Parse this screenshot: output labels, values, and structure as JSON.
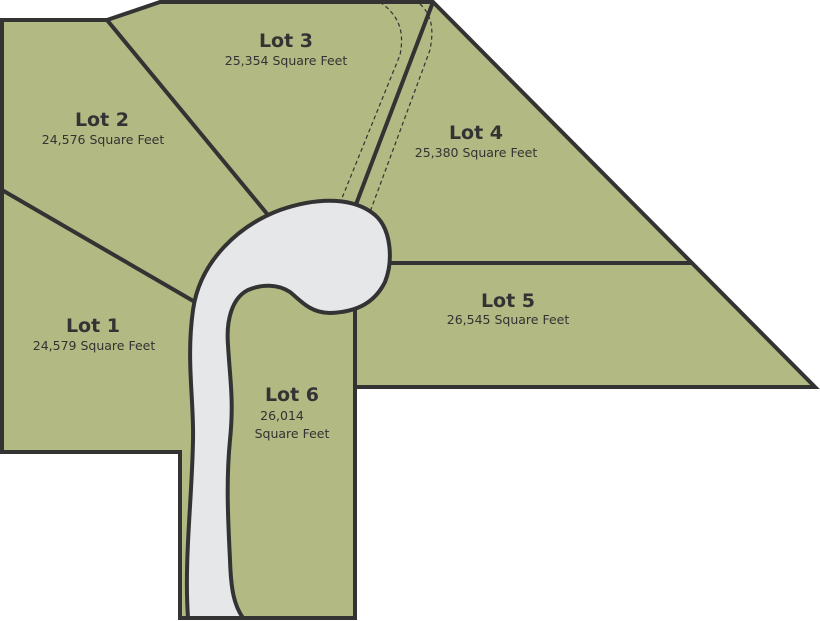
{
  "colors": {
    "lot": "#b3b982",
    "road": "#e6e7e9",
    "line": "#333333"
  },
  "lots": [
    {
      "name": "Lot 1",
      "area": "24,579 Square Feet"
    },
    {
      "name": "Lot 2",
      "area": "24,576 Square Feet"
    },
    {
      "name": "Lot 3",
      "area": "25,354 Square Feet"
    },
    {
      "name": "Lot 4",
      "area": "25,380 Square Feet"
    },
    {
      "name": "Lot 5",
      "area": "26,545 Square Feet"
    },
    {
      "name": "Lot 6",
      "area_line1": "26,014",
      "area_line2": "Square Feet"
    }
  ]
}
